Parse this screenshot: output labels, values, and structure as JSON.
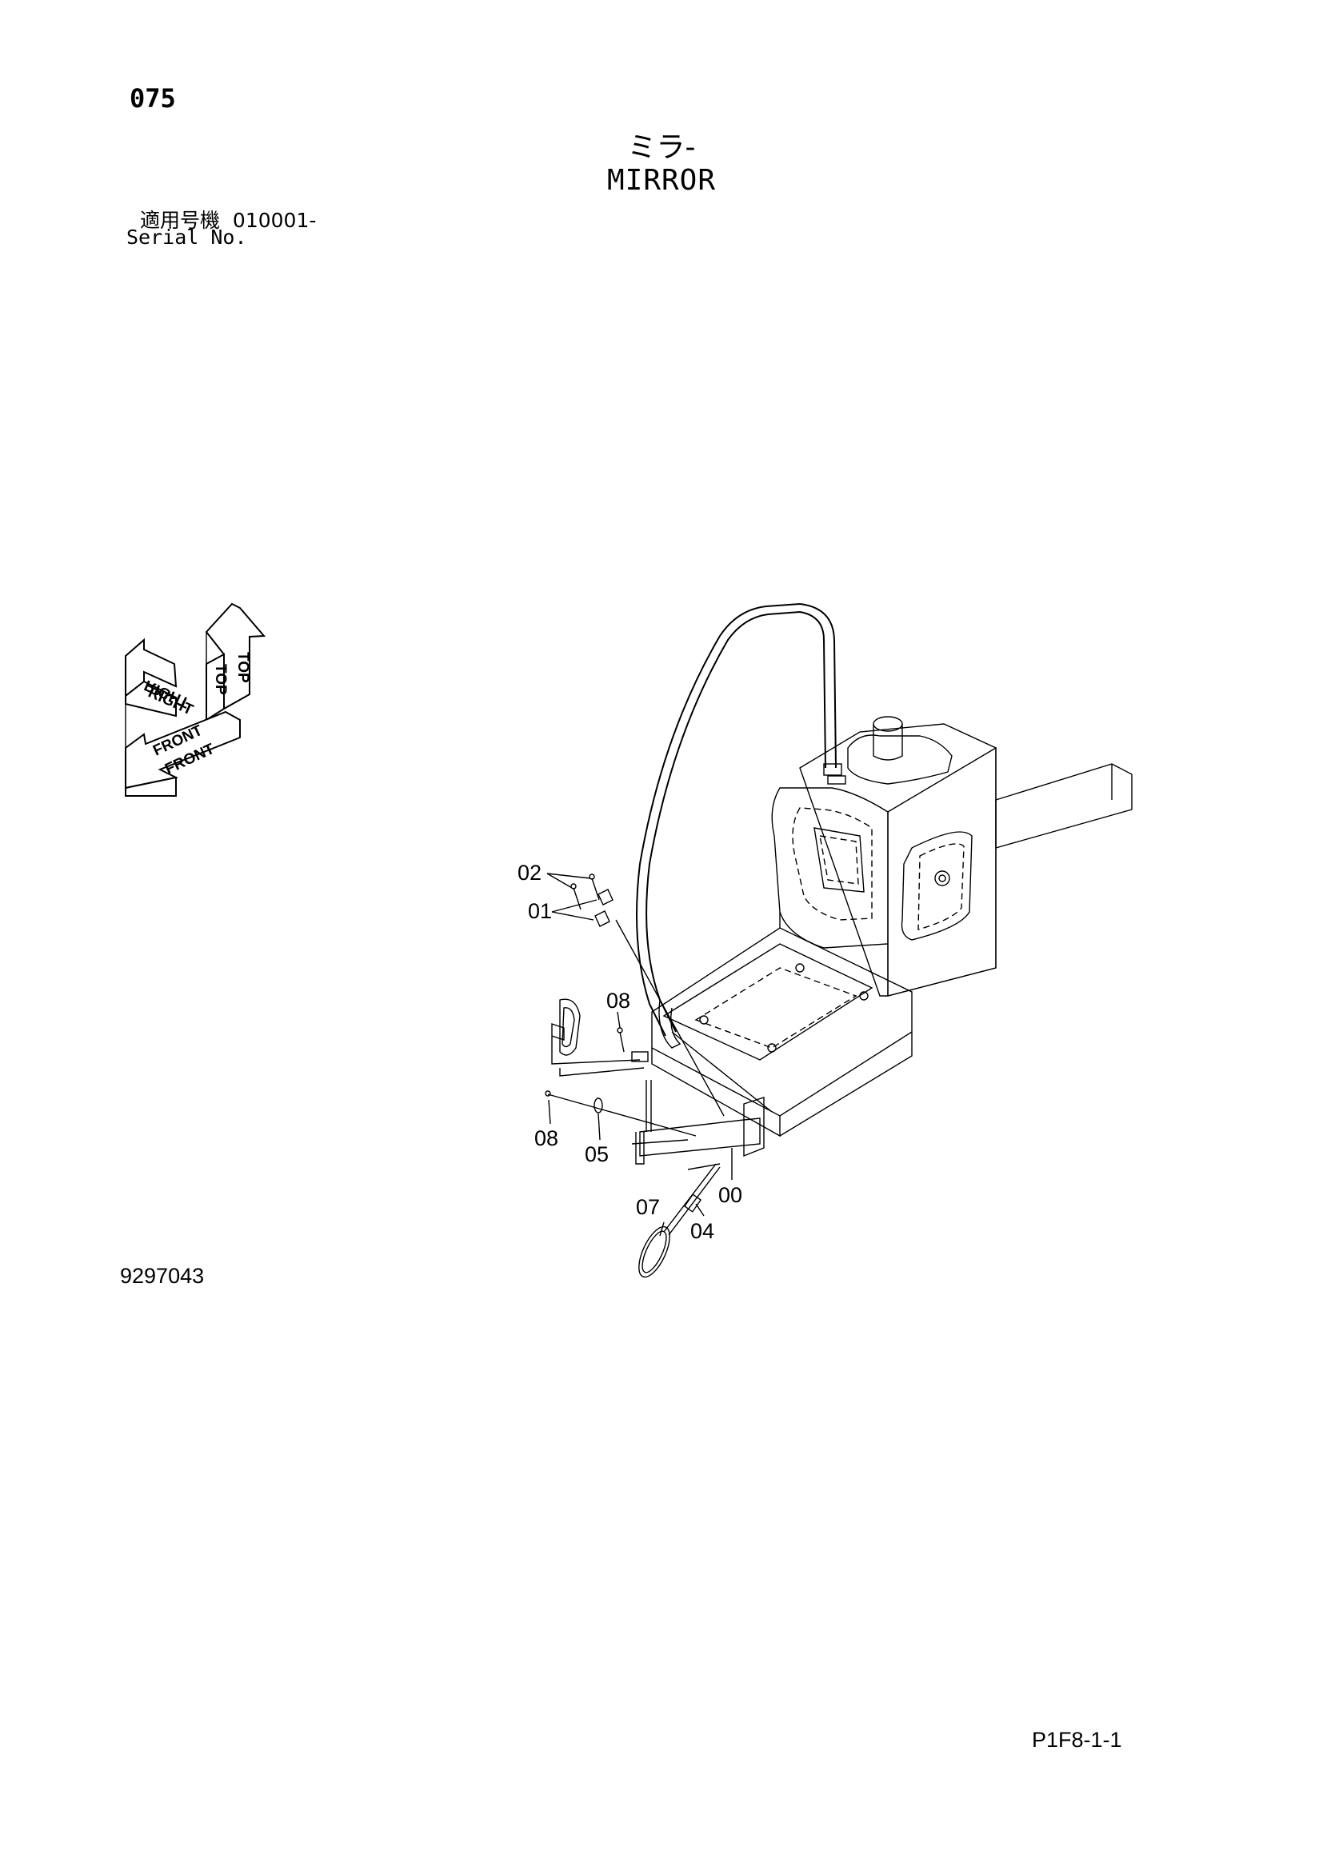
{
  "header": {
    "page_number": "075",
    "title_jp": "ミラ-",
    "title_en": "MIRROR",
    "serial_label_jp": "適用号機",
    "serial_value": "010001-",
    "serial_label_en": "Serial No."
  },
  "orientation": {
    "top_label": "TOP",
    "right_label": "RIGHT",
    "front_label": "FRONT"
  },
  "callouts": {
    "c02": "02",
    "c01": "01",
    "c08_upper": "08",
    "c08_lower": "08",
    "c05": "05",
    "c00": "00",
    "c07": "07",
    "c04": "04"
  },
  "footer": {
    "drawing_number": "9297043",
    "sheet_id": "P1F8-1-1"
  }
}
